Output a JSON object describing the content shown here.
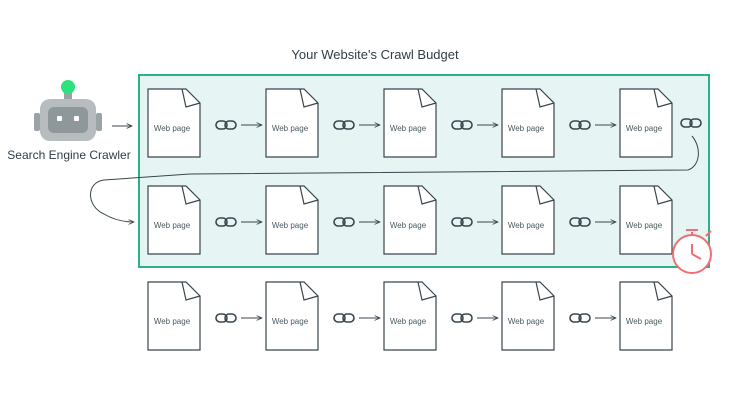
{
  "diagram": {
    "title": "Your Website's Crawl Budget",
    "crawler_label": "Search Engine Crawler",
    "page_label": "Web page",
    "rows": [
      {
        "in_budget": true,
        "pages": [
          "Web page",
          "Web page",
          "Web page",
          "Web page",
          "Web page"
        ]
      },
      {
        "in_budget": true,
        "pages": [
          "Web page",
          "Web page",
          "Web page",
          "Web page",
          "Web page"
        ]
      },
      {
        "in_budget": false,
        "pages": [
          "Web page",
          "Web page",
          "Web page",
          "Web page",
          "Web page"
        ]
      }
    ],
    "icons": {
      "crawler": "robot-icon",
      "link": "chain-link-icon",
      "timer": "stopwatch-icon"
    }
  },
  "colors": {
    "budget_border": "#2bb18a",
    "budget_fill": "#e6f5f4",
    "robot_light": "#2ee07e",
    "stopwatch": "#ee6f74",
    "lines": "#39464d"
  }
}
